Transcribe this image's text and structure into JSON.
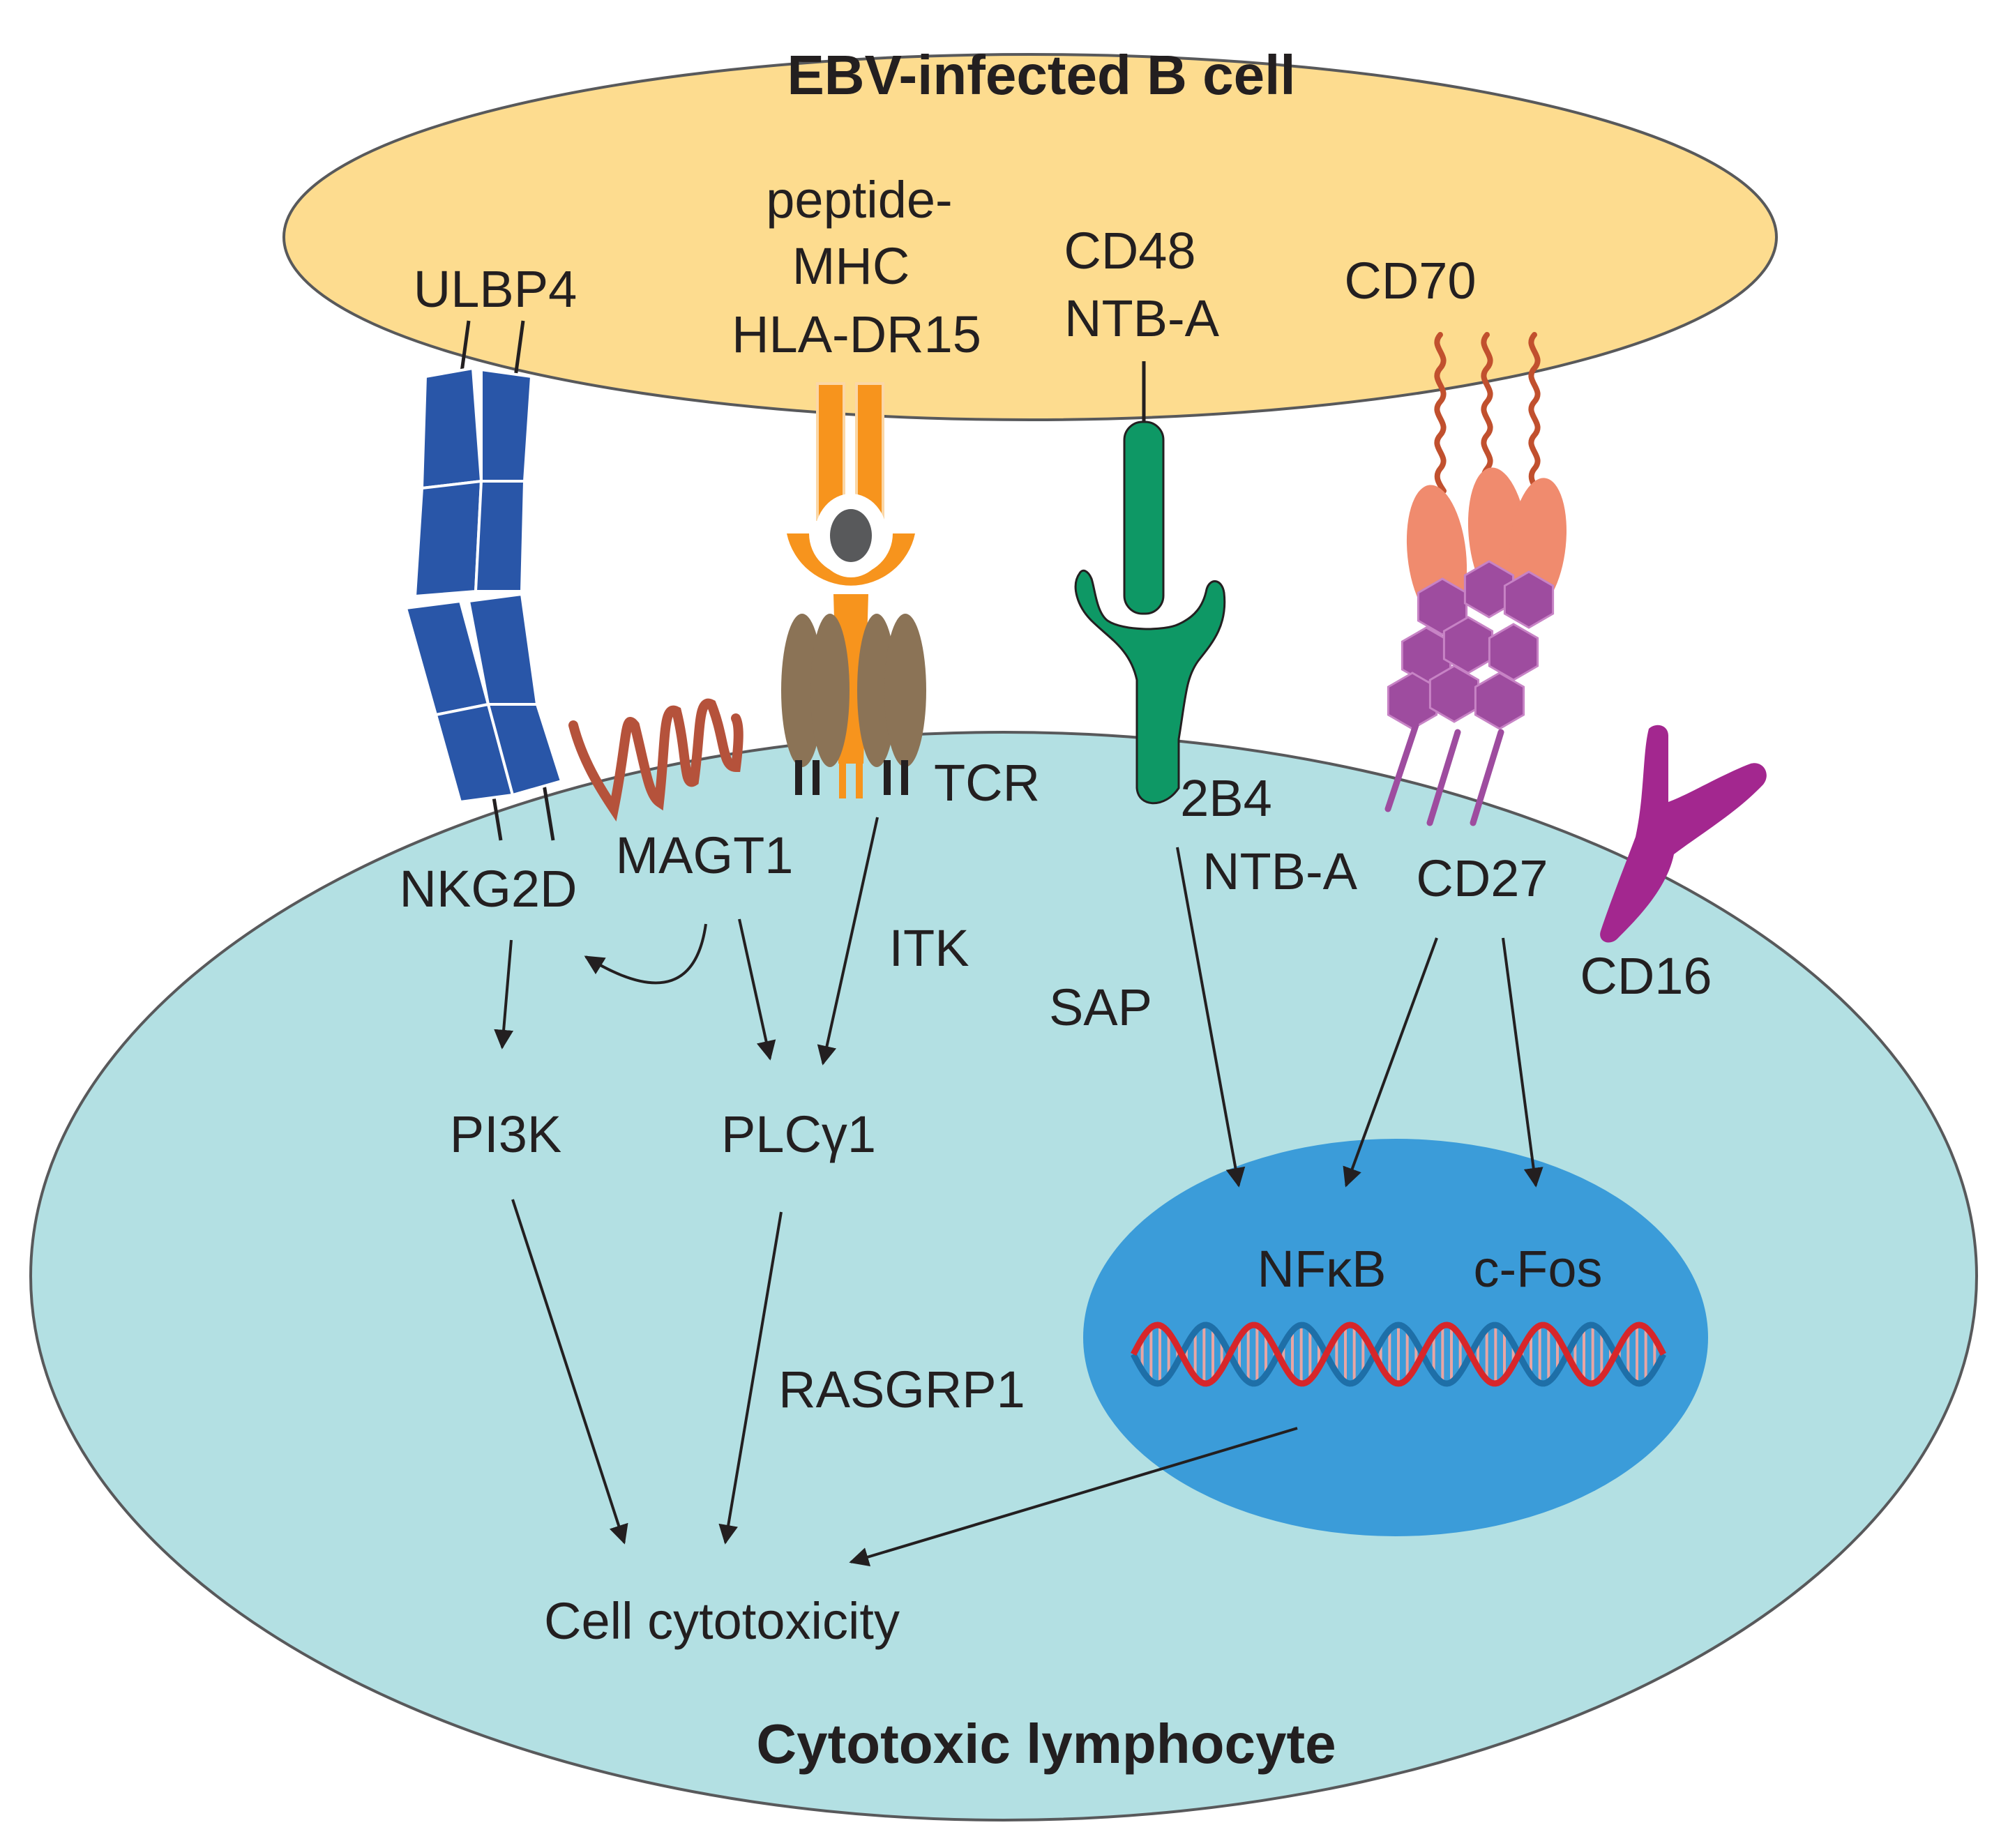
{
  "titles": {
    "b_cell": "EBV-infected B cell",
    "lymphocyte": "Cytotoxic lymphocyte"
  },
  "ligands": {
    "ulbp4": "ULBP4",
    "peptide_line1": "peptide-",
    "peptide_line2": "MHC",
    "peptide_line3": "HLA-DR15",
    "cd48": "CD48",
    "ntba_ligand": "NTB-A",
    "cd70": "CD70"
  },
  "receptors": {
    "tcr": "TCR",
    "nkg2d": "NKG2D",
    "magt1": "MAGT1",
    "b2b4": "2B4",
    "ntba_receptor": "NTB-A",
    "cd27": "CD27",
    "cd16": "CD16"
  },
  "signaling": {
    "itk": "ITK",
    "sap": "SAP",
    "pi3k": "PI3K",
    "plcg1": "PLCγ1",
    "rasgrp1": "RASGRP1",
    "nfkb": "NFκB",
    "cfos": "c-Fos",
    "outcome": "Cell cytotoxicity"
  },
  "colors": {
    "b_cell_fill": "#fddc8f",
    "lymphocyte_fill": "#b3e0e3",
    "nucleus_fill": "#3b9cd9",
    "nkg2d_blue": "#2956a8",
    "tcr_orange": "#f7941d",
    "tcr_brown": "#8b7356",
    "mhc_peptide_gray": "#58595b",
    "b2b4_green": "#0e9865",
    "cd70_red": "#c1502e",
    "cd70_salmon": "#f08b6e",
    "cd27_purple": "#9e4c9f",
    "cd16_magenta": "#a3278f",
    "magt1_brown": "#b5523b",
    "dna_red": "#d7262a",
    "dna_blue": "#1e6fa8"
  }
}
